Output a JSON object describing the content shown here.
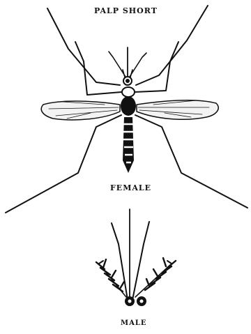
{
  "figure": {
    "heading": "PALP SHORT",
    "female_label": "FEMALE",
    "male_label": "MALE"
  },
  "colors": {
    "ink": "#111111",
    "paper": "#ffffff"
  },
  "icons": {
    "female": "mosquito-female-icon",
    "male_head": "mosquito-male-head-icon"
  }
}
